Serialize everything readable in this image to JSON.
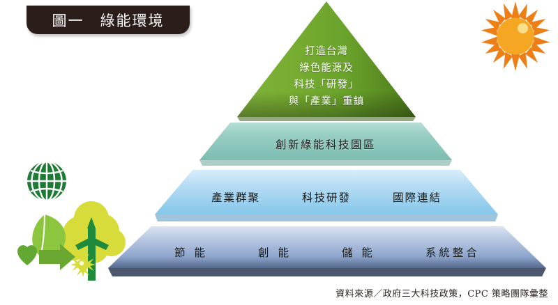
{
  "banner": {
    "title": "圖一　綠能環境"
  },
  "pyramid": {
    "tiers": [
      {
        "id": "tier1",
        "name": "vision-tier",
        "color": "#6aa32b",
        "lines": [
          "打造台灣",
          "綠色能源及",
          "科技「研發」",
          "與「產業」重鎮"
        ]
      },
      {
        "id": "tier2",
        "name": "park-tier",
        "color": "#8cc9bf",
        "cells": [
          "創新綠能科技園區"
        ]
      },
      {
        "id": "tier3",
        "name": "strategy-tier",
        "color": "#a8d8f0",
        "cells": [
          "產業群聚",
          "科技研發",
          "國際連結"
        ]
      },
      {
        "id": "tier4",
        "name": "foundation-tier",
        "color": "#9fb4d8",
        "cells": [
          "節 能",
          "創 能",
          "儲 能",
          "系統整合"
        ]
      }
    ]
  },
  "source": {
    "text": "資料來源／政府三大科技政策，CPC 策略團隊彙整"
  },
  "decorations": {
    "sun_top_right": "sun-icon",
    "globe": "globe-icon",
    "leaf": "leaf-icon",
    "tree": "tree-icon",
    "arrow": "arrow-right-icon",
    "heart": "heart-icon",
    "flower_sun": "flower-sun-icon"
  },
  "colors": {
    "banner_bg": "#2b1d19",
    "tier1": "#6aa32b",
    "tier2": "#8cc9bf",
    "tier3": "#a8d8f0",
    "tier4": "#9fb4d8",
    "sun_ray": "#ee7f17",
    "sun_core": "#f5a623",
    "globe_green": "#1f7a35",
    "leaf_green": "#8cc63f",
    "tree_canopy": "#d7dc3a",
    "tree_trunk": "#1f8a3c",
    "arrow_green": "#6aa832"
  }
}
